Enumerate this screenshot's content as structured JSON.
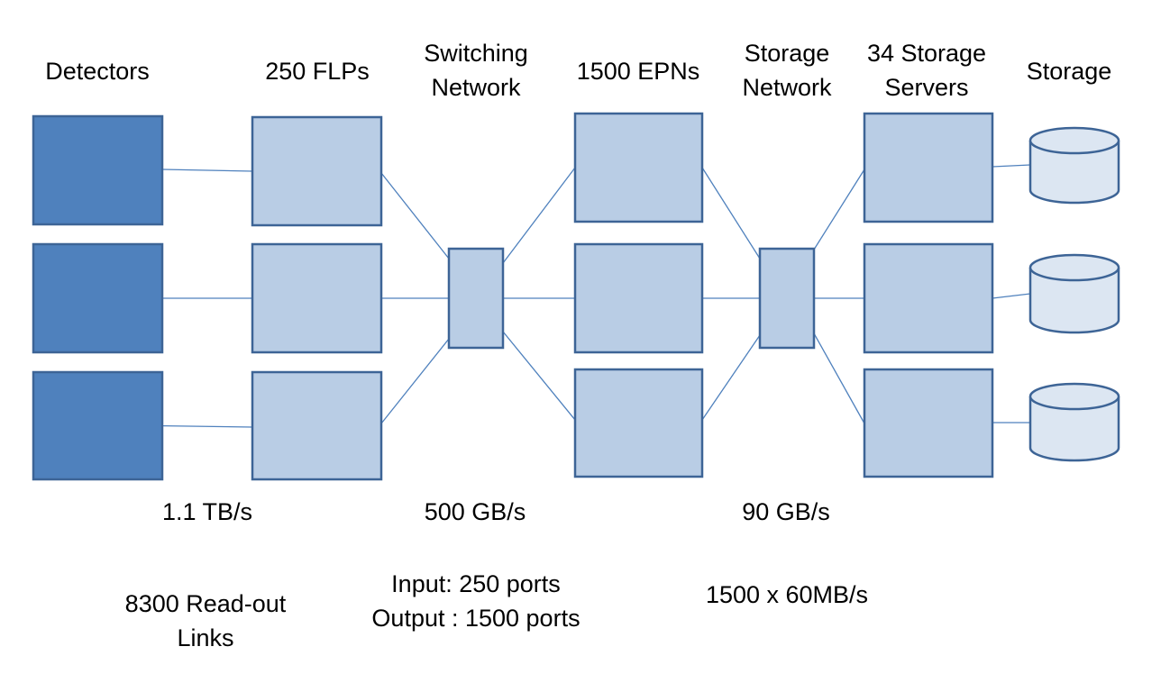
{
  "headers": {
    "detectors": "Detectors",
    "flps": "250 FLPs",
    "switching_1": "Switching",
    "switching_2": "Network",
    "epns": "1500 EPNs",
    "storage_network_1": "Storage",
    "storage_network_2": "Network",
    "storage_servers_1": "34 Storage",
    "storage_servers_2": "Servers",
    "storage": "Storage"
  },
  "bandwidth": {
    "detector_to_flp": "1.1 TB/s",
    "switching": "500 GB/s",
    "storage_network": "90 GB/s"
  },
  "notes": {
    "readout_1": "8300 Read-out",
    "readout_2": "Links",
    "ports_input": "Input: 250 ports",
    "ports_output": "Output : 1500 ports",
    "epn_rate": "1500 x 60MB/s"
  },
  "colors": {
    "detector_fill": "#4f81bd",
    "node_fill": "#b9cde5",
    "storage_fill": "#dce6f2",
    "border": "#3d6496",
    "line": "#4f81bd"
  }
}
